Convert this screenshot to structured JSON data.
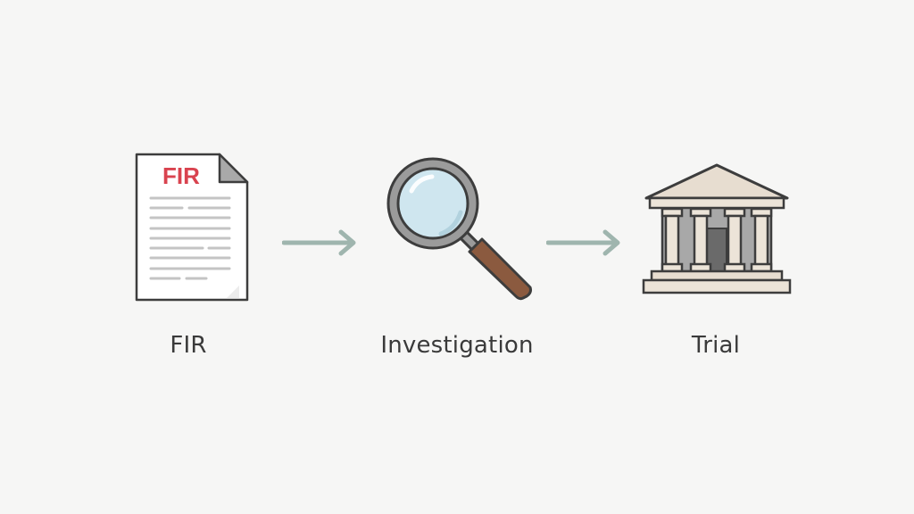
{
  "diagram": {
    "type": "process-flow",
    "background": "#f6f6f5",
    "arrow_color": "#9fb5ae",
    "steps": [
      {
        "label": "FIR",
        "icon": "document-icon",
        "icon_text": "FIR",
        "icon_text_color": "#d9434f"
      },
      {
        "label": "Investigation",
        "icon": "magnifying-glass-icon"
      },
      {
        "label": "Trial",
        "icon": "courthouse-icon"
      }
    ],
    "connectors": [
      {
        "from": "FIR",
        "to": "Investigation",
        "icon": "arrow-right-icon"
      },
      {
        "from": "Investigation",
        "to": "Trial",
        "icon": "arrow-right-icon"
      }
    ]
  }
}
